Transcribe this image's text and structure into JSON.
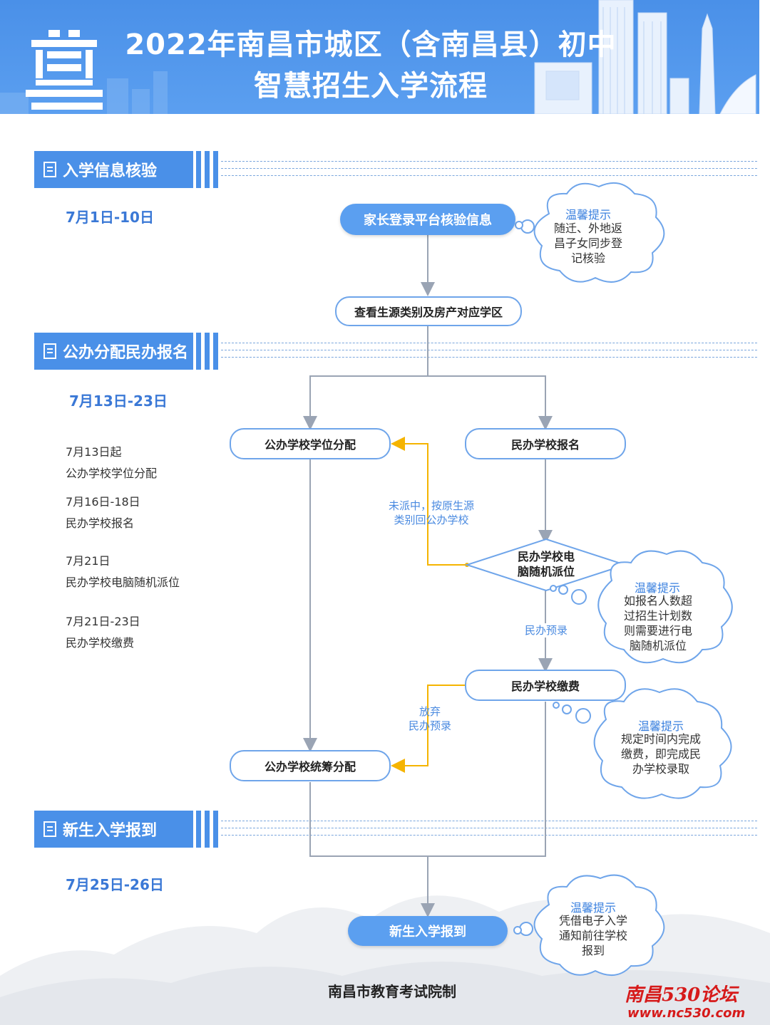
{
  "header": {
    "title_line1": "2022年南昌市城区（含南昌县）初中",
    "title_line2": "智慧招生入学流程",
    "logo_icon": "nanchang-emblem-icon",
    "skyline_icon": "city-skyline-icon"
  },
  "sections": [
    {
      "label": "入学信息核验",
      "date": "7月1日-10日",
      "icon": "document-icon"
    },
    {
      "label": "公办分配民办报名",
      "date": "7月13日-23日",
      "icon": "document-icon"
    },
    {
      "label": "新生入学报到",
      "date": "7月25日-26日",
      "icon": "document-icon"
    }
  ],
  "timeline_notes": [
    {
      "date": "7月13日起",
      "text": "公办学校学位分配"
    },
    {
      "date": "7月16日-18日",
      "text": "民办学校报名"
    },
    {
      "date": "7月21日",
      "text": "民办学校电脑随机派位"
    },
    {
      "date": "7月21日-23日",
      "text": "民办学校缴费"
    }
  ],
  "nodes": {
    "login": "家长登录平台核验信息",
    "check_zone": "查看生源类别及房产对应学区",
    "public_alloc": "公办学校学位分配",
    "private_apply": "民办学校报名",
    "lottery_line1": "民办学校电",
    "lottery_line2": "脑随机派位",
    "private_pay": "民办学校缴费",
    "public_overall": "公办学校统筹分配",
    "enroll": "新生入学报到"
  },
  "edge_labels": {
    "not_selected_line1": "未派中，按原生源",
    "not_selected_line2": "类别回公办学校",
    "pre_admit": "民办预录",
    "give_up_line1": "放弃",
    "give_up_line2": "民办预录"
  },
  "tips": [
    {
      "title": "温馨提示",
      "lines": [
        "随迁、外地返",
        "昌子女同步登",
        "记核验"
      ]
    },
    {
      "title": "温馨提示",
      "lines": [
        "如报名人数超",
        "过招生计划数",
        "则需要进行电",
        "脑随机派位"
      ]
    },
    {
      "title": "温馨提示",
      "lines": [
        "规定时间内完成",
        "缴费，即完成民",
        "办学校录取"
      ]
    },
    {
      "title": "温馨提示",
      "lines": [
        "凭借电子入学",
        "通知前往学校",
        "报到"
      ]
    }
  ],
  "footer": {
    "credit": "南昌市教育考试院制"
  },
  "watermark": {
    "name": "南昌530论坛",
    "url": "www.nc530.com"
  },
  "colors": {
    "primary": "#4a90e8",
    "accent_orange": "#f5b400",
    "line_gray": "#9aa4b4"
  }
}
